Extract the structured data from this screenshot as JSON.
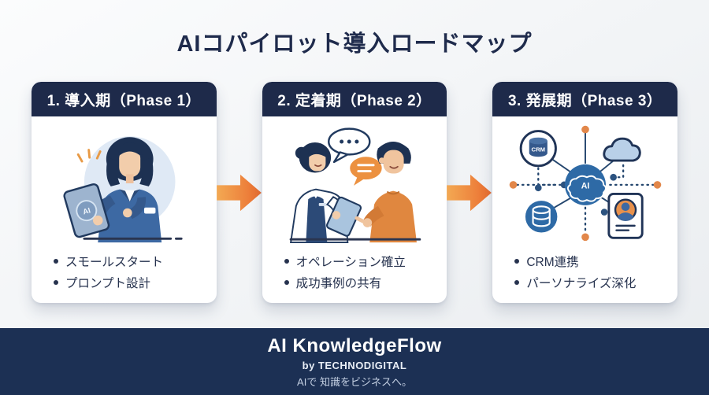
{
  "title": "AIコパイロット導入ロードマップ",
  "phases": [
    {
      "header": "1. 導入期（Phase 1）",
      "bullets": [
        "スモールスタート",
        "プロンプト設計"
      ],
      "illustration": "consultant-with-ai-tablet",
      "tablet_badge": "AI"
    },
    {
      "header": "2. 定着期（Phase 2）",
      "bullets": [
        "オペレーション確立",
        "成功事例の共有"
      ],
      "illustration": "staff-and-customer-conversation"
    },
    {
      "header": "3. 発展期（Phase 3）",
      "bullets": [
        "CRM連携",
        "パーソナライズ深化"
      ],
      "illustration": "ai-integration-network",
      "nodes": {
        "crm": "CRM",
        "ai": "AI"
      }
    }
  ],
  "footer": {
    "brand": "AI KnowledgeFlow",
    "byline": "by TECHNODIGITAL",
    "tagline": "AIで 知識をビジネスへ。"
  },
  "colors": {
    "navy_header": "#1e2a4a",
    "navy_footer": "#1c3054",
    "title_text": "#1f2b4c",
    "bullet_text": "#26324e",
    "arrow_gradient_start": "#f3a953",
    "arrow_gradient_end": "#ea6d30",
    "illustration_blue": "#3d69a3",
    "illustration_navy": "#1d3152",
    "illustration_orange": "#e0873f",
    "node_blue": "#2e6aa6",
    "circle_bg_blue": "#dfe9f5"
  }
}
